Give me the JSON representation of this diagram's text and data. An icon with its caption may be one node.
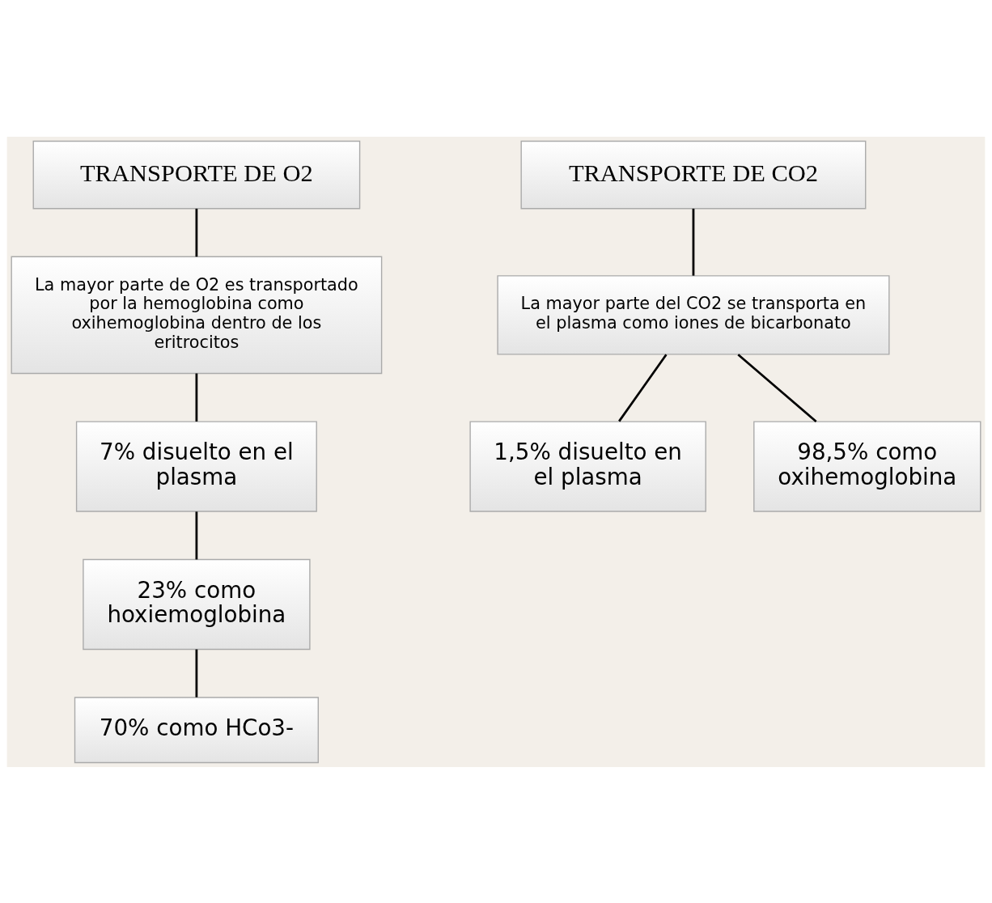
{
  "diagram": {
    "nodes": [
      {
        "text": [
          "TRANSPORTE DE O2"
        ]
      },
      {
        "text": [
          "La mayor parte de O2 es transportado por la hemoglobina como oxihemoglobina dentro de los eritrocitos"
        ]
      },
      {
        "text": [
          "7% disuelto en el plasma"
        ]
      },
      {
        "text": [
          "23% como hoxiemoglobina"
        ]
      },
      {
        "text": [
          "70% como HCo3-"
        ]
      },
      {
        "text": [
          "TRANSPORTE DE CO2"
        ]
      },
      {
        "text": [
          "La mayor parte del CO2 se transporta en el plasma como iones de bicarbonato"
        ]
      },
      {
        "text": [
          "1,5% disuelto en el plasma"
        ]
      },
      {
        "text": [
          "98,5% como oxihemoglobina"
        ]
      }
    ],
    "edges": [
      {
        "from": 0,
        "to": 1,
        "arrow": "none"
      },
      {
        "from": 1,
        "to": 2,
        "arrow": "none"
      },
      {
        "from": 2,
        "to": 3,
        "arrow": "none"
      },
      {
        "from": 3,
        "to": 4,
        "arrow": "none"
      },
      {
        "from": 5,
        "to": 6,
        "arrow": "none"
      },
      {
        "from": 6,
        "to": 7,
        "arrow": "none"
      },
      {
        "from": 6,
        "to": 8,
        "arrow": "none"
      }
    ]
  }
}
